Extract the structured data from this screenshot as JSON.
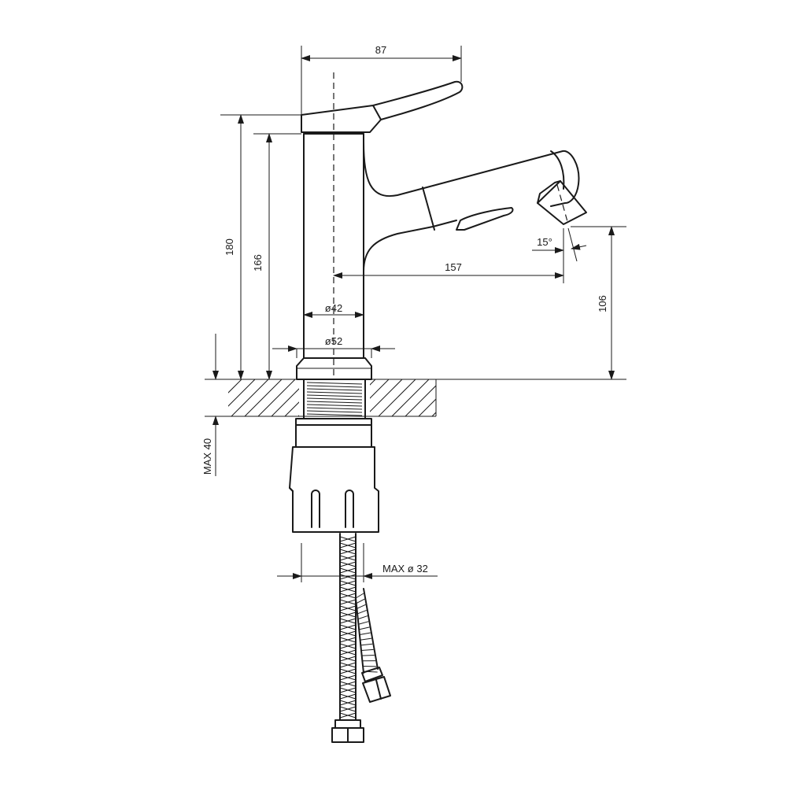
{
  "dimensions": {
    "top_width": "87",
    "overall_height": "180",
    "body_height": "166",
    "spout_reach": "157",
    "spout_height": "106",
    "spout_angle": "15°",
    "body_diameter": "ø42",
    "base_diameter": "ø52",
    "max_counter_thickness": "MAX 40",
    "max_hole_diameter": "MAX ø 32"
  }
}
